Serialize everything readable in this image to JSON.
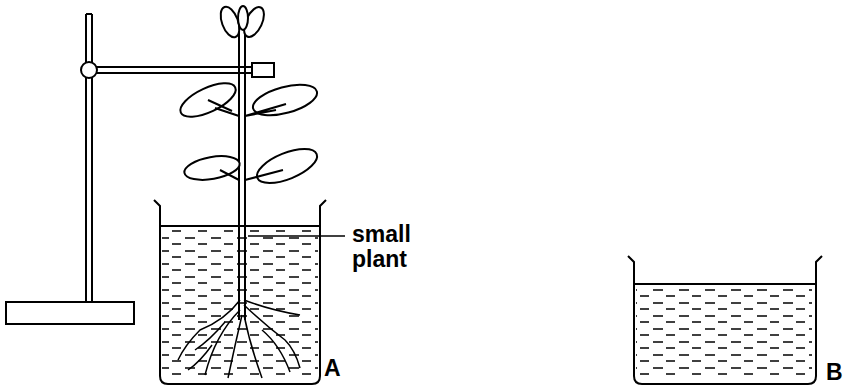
{
  "diagram": {
    "labels": [
      "small plant",
      "A",
      "B"
    ]
  }
}
